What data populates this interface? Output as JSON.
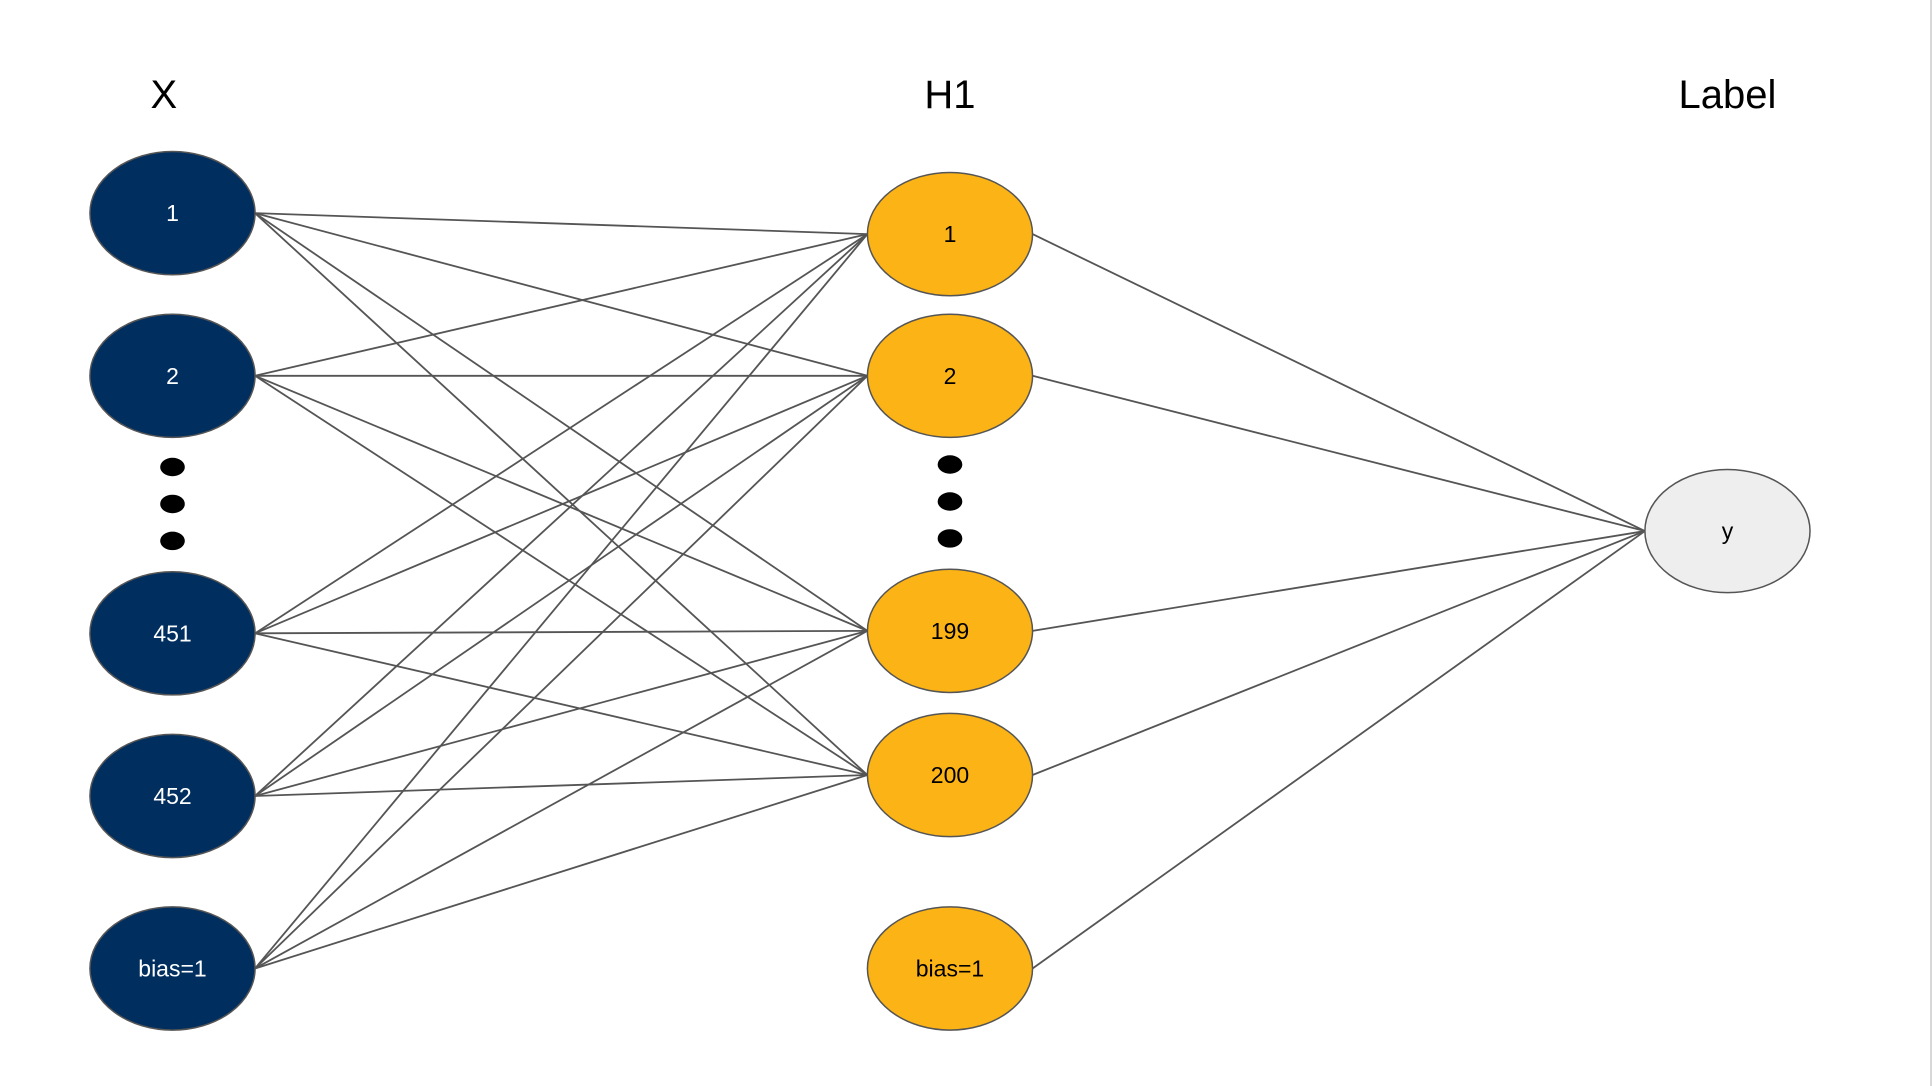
{
  "layers": [
    {
      "id": "x",
      "title": "X"
    },
    {
      "id": "h1",
      "title": "H1"
    },
    {
      "id": "label",
      "title": "Label"
    }
  ],
  "input_nodes": [
    {
      "id": "x1",
      "label": "1"
    },
    {
      "id": "x2",
      "label": "2"
    },
    {
      "id": "x451",
      "label": "451"
    },
    {
      "id": "x452",
      "label": "452"
    },
    {
      "id": "xbias",
      "label": "bias=1"
    }
  ],
  "hidden_nodes": [
    {
      "id": "h1",
      "label": "1"
    },
    {
      "id": "h2",
      "label": "2"
    },
    {
      "id": "h199",
      "label": "199"
    },
    {
      "id": "h200",
      "label": "200"
    },
    {
      "id": "hbias",
      "label": "bias=1"
    }
  ],
  "output_nodes": [
    {
      "id": "y",
      "label": "y"
    }
  ],
  "colors": {
    "input_fill": "#002e5f",
    "input_text": "#ffffff",
    "hidden_fill": "#fbb315",
    "hidden_text": "#000000",
    "output_fill": "#eeeeee",
    "output_text": "#000000"
  }
}
